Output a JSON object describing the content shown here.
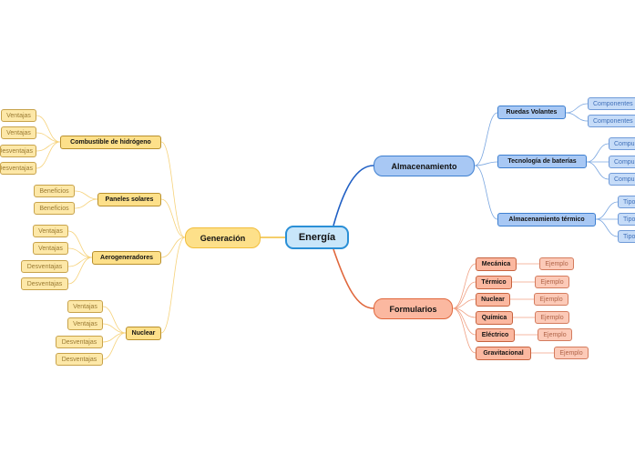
{
  "central": "Energía",
  "almacenamiento": {
    "label": "Almacenamiento",
    "ruedas": {
      "label": "Ruedas Volantes",
      "children": [
        "Componentes",
        "Componentes"
      ]
    },
    "tecnologia": {
      "label": "Tecnología de baterías",
      "children": [
        "Compu",
        "Compu",
        "Compu"
      ]
    },
    "termico": {
      "label": "Almacenamiento térmico",
      "children": [
        "Tipo",
        "Tipo",
        "Tipo"
      ]
    }
  },
  "formularios": {
    "label": "Formularios",
    "items": [
      {
        "label": "Mecánica",
        "example": "Ejemplo"
      },
      {
        "label": "Térmico",
        "example": "Ejemplo"
      },
      {
        "label": "Nuclear",
        "example": "Ejemplo"
      },
      {
        "label": "Química",
        "example": "Ejemplo"
      },
      {
        "label": "Eléctrico",
        "example": "Ejemplo"
      },
      {
        "label": "Gravitacional",
        "example": "Ejemplo"
      }
    ]
  },
  "generacion": {
    "label": "Generación",
    "combustible": {
      "label": "Combustible de hidrógeno",
      "children": [
        "Ventajas",
        "Ventajas",
        "Desventajas",
        "Desventajas"
      ]
    },
    "paneles": {
      "label": "Paneles solares",
      "children": [
        "Beneficios",
        "Beneficios"
      ]
    },
    "aerogeneradores": {
      "label": "Aerogeneradores",
      "children": [
        "Ventajas",
        "Ventajas",
        "Desventajas",
        "Desventajas"
      ]
    },
    "nuclear": {
      "label": "Nuclear",
      "children": [
        "Ventajas",
        "Ventajas",
        "Desventajas",
        "Desventajas"
      ]
    }
  },
  "colors": {
    "blue": "#3d7fd0",
    "orange": "#e0673c",
    "yellow": "#f1bd3a",
    "central_border": "#2a8fd6"
  }
}
